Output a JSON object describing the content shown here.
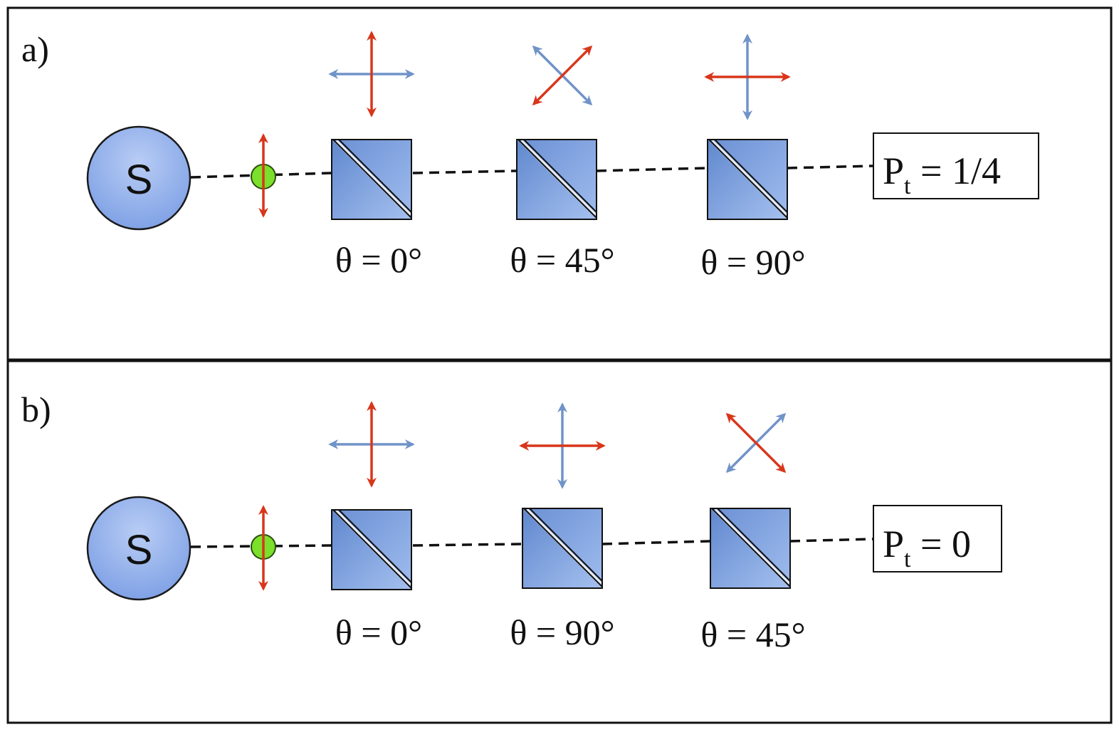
{
  "colors": {
    "red_arrow": "#d8361b",
    "blue_arrow": "#7093c8",
    "cube_fill_light": "#a8c2ef",
    "cube_fill_dark": "#5f86cf",
    "photon": "#7be02c",
    "source": "#7b9ee4"
  },
  "panels": [
    {
      "label": "a)",
      "source_label": "S",
      "input_polarization": "vertical",
      "polarizers": [
        {
          "angle": "θ = 0°",
          "transmitted": "vertical",
          "reflected": "horizontal"
        },
        {
          "angle": "θ = 45°",
          "transmitted": "diagonal-45",
          "reflected": "diagonal-135"
        },
        {
          "angle": "θ = 90°",
          "transmitted": "horizontal",
          "reflected": "vertical"
        }
      ],
      "result": {
        "main": "P",
        "sub": "t",
        "value": " = 1/4"
      }
    },
    {
      "label": "b)",
      "source_label": "S",
      "input_polarization": "vertical",
      "polarizers": [
        {
          "angle": "θ = 0°",
          "transmitted": "vertical",
          "reflected": "horizontal"
        },
        {
          "angle": "θ = 90°",
          "transmitted": "horizontal",
          "reflected": "vertical"
        },
        {
          "angle": "θ = 45°",
          "transmitted": "diagonal-135",
          "reflected": "diagonal-45"
        }
      ],
      "result": {
        "main": "P",
        "sub": "t",
        "value": " = 0"
      }
    }
  ]
}
